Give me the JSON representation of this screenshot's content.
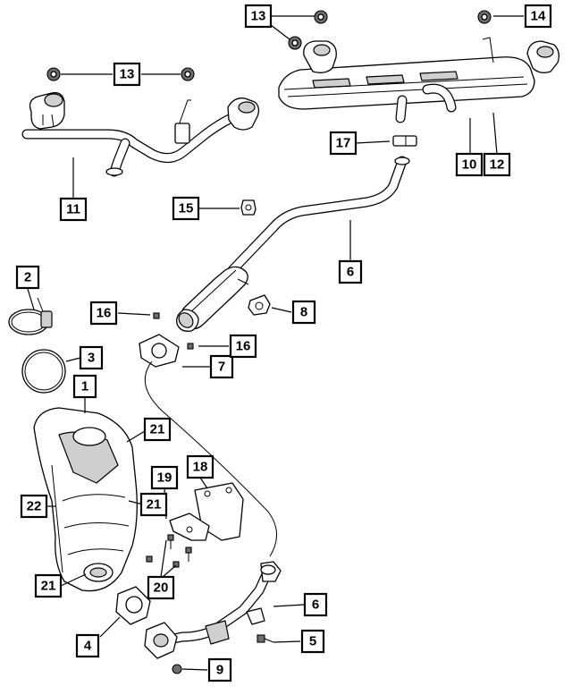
{
  "callouts": [
    {
      "id": "c1",
      "label": "1"
    },
    {
      "id": "c2",
      "label": "2"
    },
    {
      "id": "c3",
      "label": "3"
    },
    {
      "id": "c4",
      "label": "4"
    },
    {
      "id": "c5",
      "label": "5"
    },
    {
      "id": "c6a",
      "label": "6"
    },
    {
      "id": "c6b",
      "label": "6"
    },
    {
      "id": "c7",
      "label": "7"
    },
    {
      "id": "c8",
      "label": "8"
    },
    {
      "id": "c9",
      "label": "9"
    },
    {
      "id": "c10",
      "label": "10"
    },
    {
      "id": "c11",
      "label": "11"
    },
    {
      "id": "c12",
      "label": "12"
    },
    {
      "id": "c13a",
      "label": "13"
    },
    {
      "id": "c13b",
      "label": "13"
    },
    {
      "id": "c14",
      "label": "14"
    },
    {
      "id": "c15",
      "label": "15"
    },
    {
      "id": "c16a",
      "label": "16"
    },
    {
      "id": "c16b",
      "label": "16"
    },
    {
      "id": "c17",
      "label": "17"
    },
    {
      "id": "c18",
      "label": "18"
    },
    {
      "id": "c19",
      "label": "19"
    },
    {
      "id": "c20",
      "label": "20"
    },
    {
      "id": "c21a",
      "label": "21"
    },
    {
      "id": "c21b",
      "label": "21"
    },
    {
      "id": "c21c",
      "label": "21"
    },
    {
      "id": "c22",
      "label": "22"
    }
  ]
}
